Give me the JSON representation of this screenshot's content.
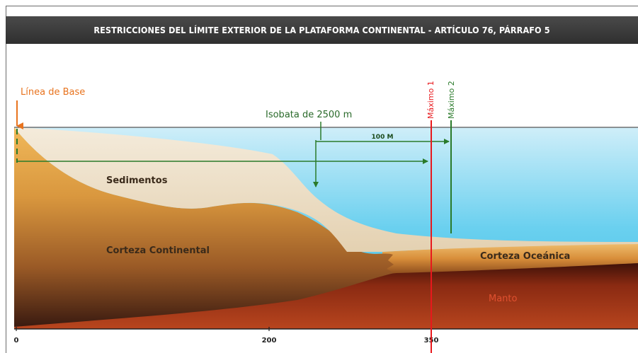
{
  "title": "RESTRICCIONES DEL LÍMITE EXTERIOR DE LA PLATAFORMA CONTINENTAL - ARTÍCULO 76, PÁRRAFO 5",
  "labels": {
    "baseline": "Línea de Base",
    "isobath": "Isobata de 2500 m",
    "distance_100m": "100 M",
    "sediments": "Sedimentos",
    "continental_crust": "Corteza Continental",
    "oceanic_crust": "Corteza Oceánica",
    "mantle": "Manto",
    "max1": "Máximo 1",
    "max2": "Máximo 2"
  },
  "axis": {
    "ticks": [
      "0",
      "200",
      "350"
    ]
  },
  "colors": {
    "title_bg": "#3a3a3a",
    "water": "#56c8ea",
    "sediments": "#eddfc7",
    "continental_crust": "#e2a24a",
    "oceanic_crust": "#e8a447",
    "mantle": "#8a2a10",
    "baseline_orange": "#e8731e",
    "green": "#2a7a2a",
    "max1_red": "#e8181c"
  }
}
